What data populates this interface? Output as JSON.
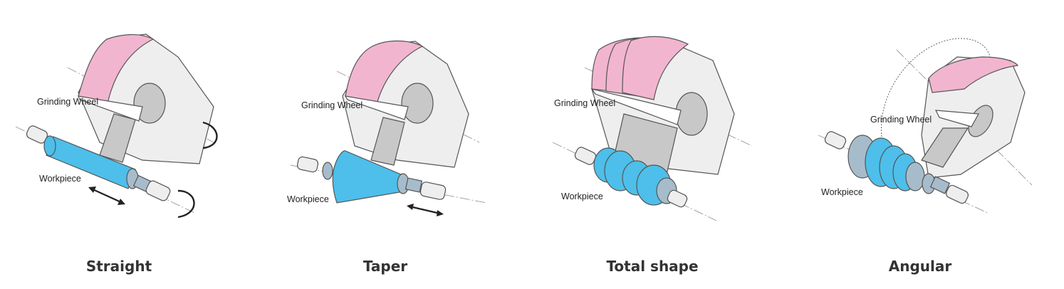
{
  "colors": {
    "wheel_face": "#eeeeee",
    "wheel_rim": "#f2b5cf",
    "hub": "#c8c8c8",
    "workpiece": "#4dbfea",
    "workpiece_gray": "#a7bccb",
    "outline": "#555555"
  },
  "panels": [
    {
      "caption": "Straight",
      "wheel_label": "Grinding Wheel",
      "workpiece_label": "Workpiece"
    },
    {
      "caption": "Taper",
      "wheel_label": "Grinding Wheel",
      "workpiece_label": "Workpiece"
    },
    {
      "caption": "Total shape",
      "wheel_label": "Grinding Wheel",
      "workpiece_label": "Workpiece"
    },
    {
      "caption": "Angular",
      "wheel_label": "Grinding Wheel",
      "workpiece_label": "Workpiece"
    }
  ]
}
